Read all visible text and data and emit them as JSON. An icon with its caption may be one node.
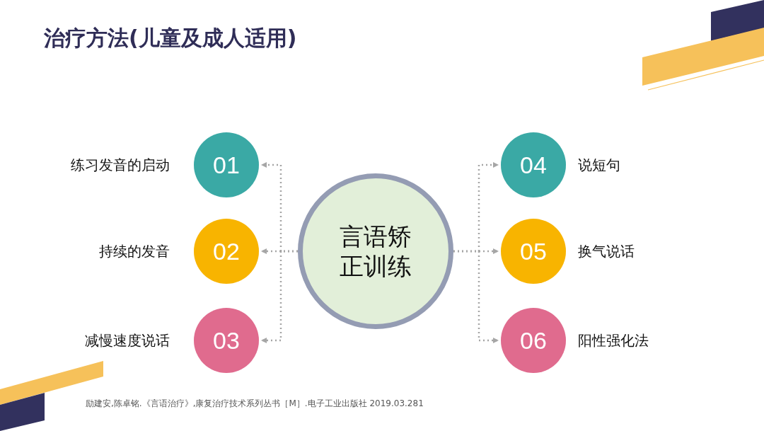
{
  "diagram": {
    "title": "治疗方法(儿童及成人适用)",
    "caption": "励建安,陈卓铭.《言语治疗》,康复治疗技术系列丛书［M］.电子工业出版社 2019.03.281",
    "nodes": [
      {
        "text": [
          "言语矫正训练"
        ]
      },
      {
        "text": [
          "01"
        ],
        "beside": [
          "练习发音的启动"
        ]
      },
      {
        "text": [
          "02"
        ],
        "beside": [
          "持续的发音"
        ]
      },
      {
        "text": [
          "03"
        ],
        "beside": [
          "减慢速度说话"
        ]
      },
      {
        "text": [
          "04"
        ],
        "beside": [
          "说短句"
        ]
      },
      {
        "text": [
          "05"
        ],
        "beside": [
          "换气说话"
        ]
      },
      {
        "text": [
          "06"
        ],
        "beside": [
          "阳性强化法"
        ]
      }
    ],
    "edges": [
      {
        "from": 0,
        "to": 1,
        "arrow": "to",
        "style": "dashed"
      },
      {
        "from": 0,
        "to": 2,
        "arrow": "to",
        "style": "dashed"
      },
      {
        "from": 0,
        "to": 3,
        "arrow": "to",
        "style": "dashed"
      },
      {
        "from": 0,
        "to": 4,
        "arrow": "to",
        "style": "dashed"
      },
      {
        "from": 0,
        "to": 5,
        "arrow": "to",
        "style": "dashed"
      },
      {
        "from": 0,
        "to": 6,
        "arrow": "to",
        "style": "dashed"
      }
    ]
  }
}
